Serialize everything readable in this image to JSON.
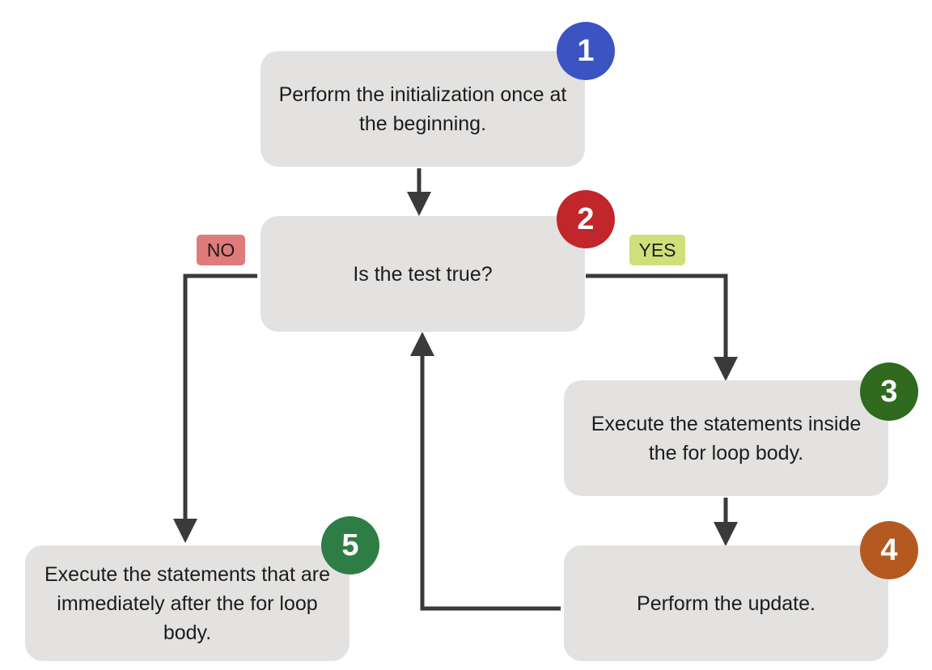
{
  "steps": [
    {
      "number": "1",
      "text": "Perform the initialization once at the beginning.",
      "color": "#3b54c2"
    },
    {
      "number": "2",
      "text": "Is the test true?",
      "color": "#c0262a"
    },
    {
      "number": "3",
      "text": "Execute the statements inside the for loop body.",
      "color": "#2f6a1f"
    },
    {
      "number": "4",
      "text": "Perform the update.",
      "color": "#b45a21"
    },
    {
      "number": "5",
      "text": "Execute the statements that are immediately after the for loop body.",
      "color": "#2e7d45"
    }
  ],
  "branches": {
    "no": {
      "label": "NO",
      "color": "#e07b7b"
    },
    "yes": {
      "label": "YES",
      "color": "#cfe07a"
    }
  },
  "arrow_color": "#3a3a3a",
  "box_color": "#e3e2e1"
}
